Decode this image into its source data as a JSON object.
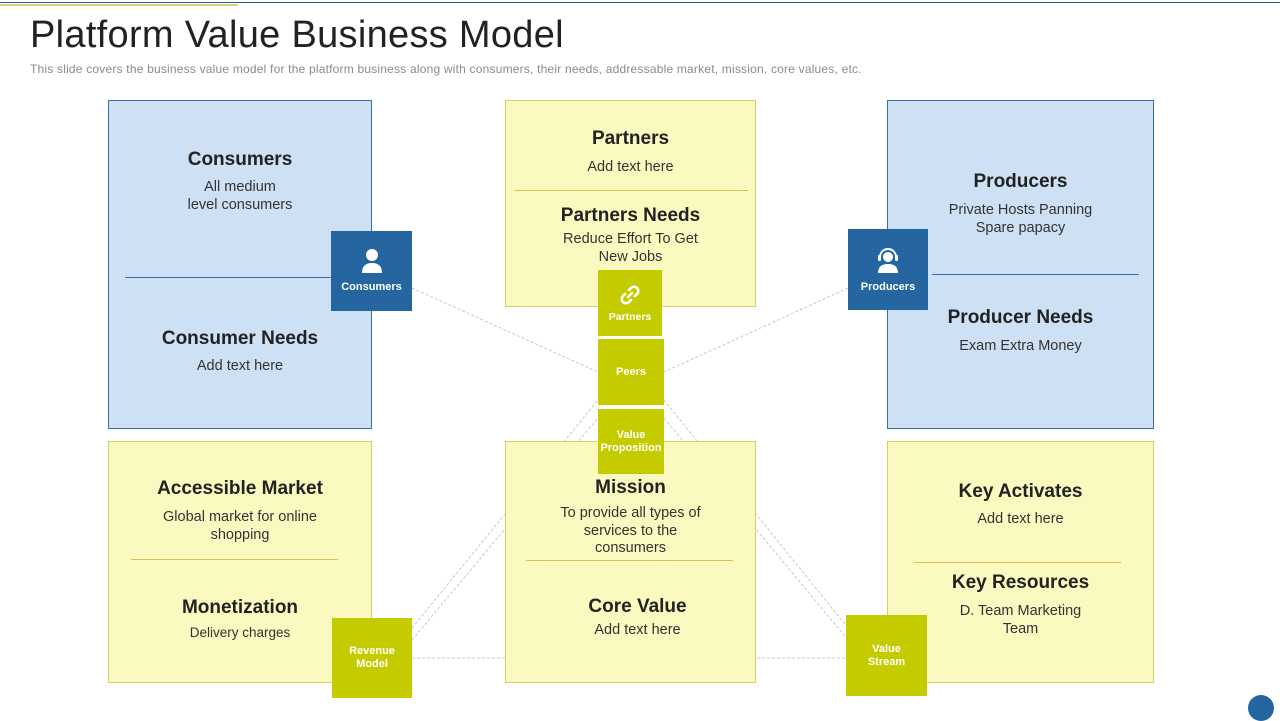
{
  "header": {
    "title": "Platform Value Business Model",
    "subtitle": "This slide covers the business value model for the platform business along with consumers, their needs, addressable market, mission, core values, etc."
  },
  "consumers_box": {
    "title": "Consumers",
    "text_line1": "All medium",
    "text_line2": "level consumers",
    "needs_title": "Consumer Needs",
    "needs_text": "Add text here"
  },
  "partners_box": {
    "title": "Partners",
    "text": "Add text here",
    "needs_title": "Partners Needs",
    "needs_line1": "Reduce Effort To Get",
    "needs_line2": "New Jobs"
  },
  "producers_box": {
    "title": "Producers",
    "text_line1": "Private Hosts Panning",
    "text_line2": "Spare papacy",
    "needs_title": "Producer Needs",
    "needs_text": "Exam Extra Money"
  },
  "market_box": {
    "title": "Accessible Market",
    "text_line1": "Global market for online",
    "text_line2": "shopping",
    "monet_title": "Monetization",
    "monet_text": "Delivery charges"
  },
  "mission_box": {
    "title": "Mission",
    "text_line1": "To provide all types of",
    "text_line2": "services to the",
    "text_line3": "consumers",
    "core_title": "Core Value",
    "core_text": "Add text here"
  },
  "activities_box": {
    "title": "Key Activates",
    "text": "Add text here",
    "res_title": "Key Resources",
    "res_line1": "D. Team Marketing",
    "res_line2": "Team"
  },
  "nodes": {
    "consumers": "Consumers",
    "producers": "Producers",
    "partners": "Partners",
    "peers": "Peers",
    "value_prop_line1": "Value",
    "value_prop_line2": "Proposition",
    "revenue_line1": "Revenue",
    "revenue_line2": "Model",
    "value_stream_line1": "Value",
    "value_stream_line2": "Stream"
  },
  "icons": {
    "consumers": "person-icon",
    "producers": "headset-person-icon",
    "partners": "link-icon"
  },
  "colors": {
    "blue_box": "#cde0f4",
    "yellow_box": "#fafac0",
    "dark_blue": "#2566a0",
    "lime_green": "#c4cc00"
  }
}
